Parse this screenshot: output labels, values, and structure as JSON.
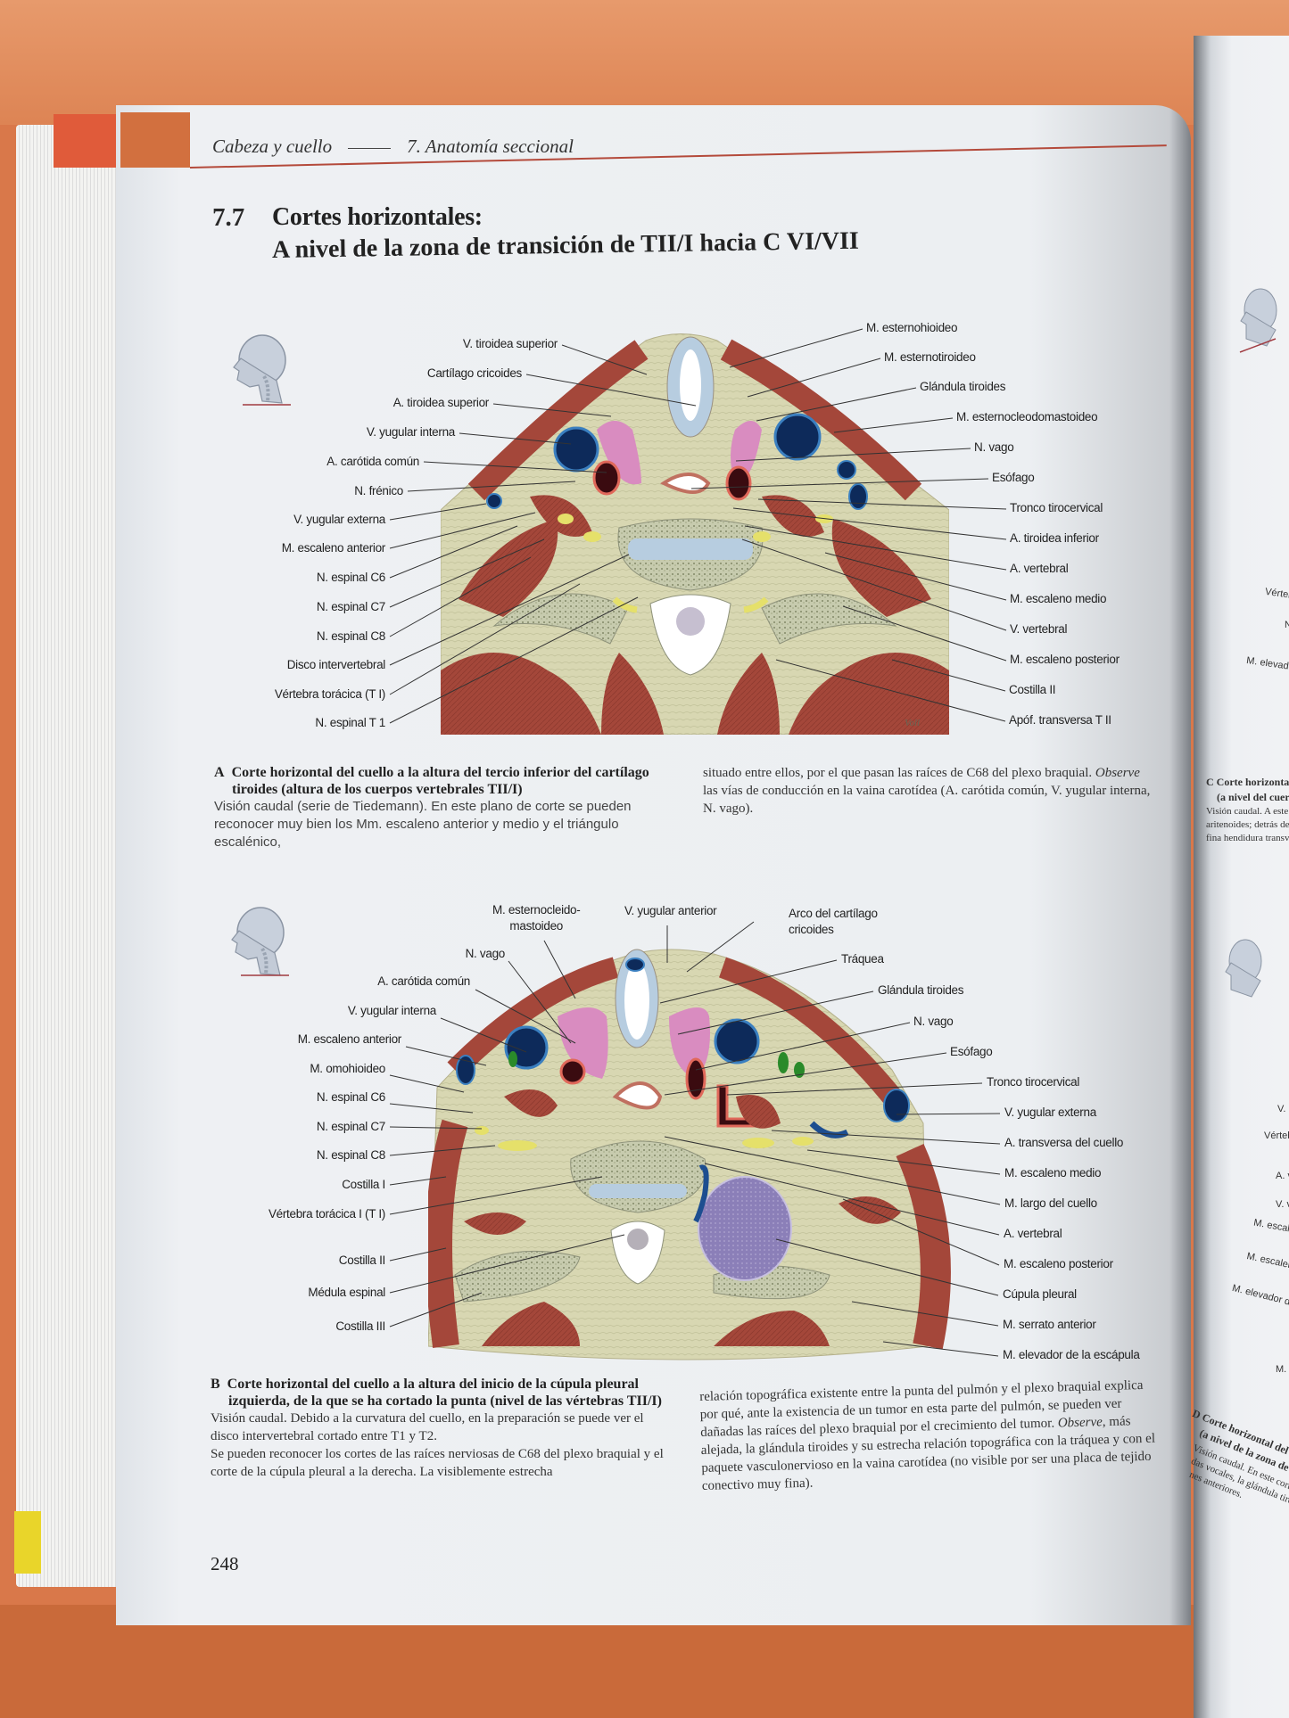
{
  "header": {
    "part": "Cabeza y cuello",
    "chapter": "7.  Anatomía seccional"
  },
  "section": {
    "number": "7.7",
    "title_line1": "Cortes horizontales:",
    "title_line2": "A nivel de la zona de transición de TII/I hacia C VI/VII"
  },
  "figure_a": {
    "left_labels": [
      "V. tiroidea superior",
      "Cartílago cricoides",
      "A. tiroidea superior",
      "V. yugular interna",
      "A. carótida común",
      "N. frénico",
      "V. yugular externa",
      "M. escaleno anterior",
      "N. espinal C6",
      "N. espinal C7",
      "N. espinal C8",
      "Disco intervertebral",
      "Vértebra torácica (T I)",
      "N. espinal T 1"
    ],
    "right_labels": [
      "M. esternohioideo",
      "M. esternotiroideo",
      "Glándula tiroides",
      "M. esternocleodomastoideo",
      "N. vago",
      "Esófago",
      "Tronco tirocervical",
      "A. tiroidea inferior",
      "A. vertebral",
      "M. escaleno medio",
      "V. vertebral",
      "M. escaleno posterior",
      "Costilla II",
      "Apóf. transversa T II"
    ],
    "signature": "Voll",
    "caption_letter": "A",
    "caption_title": "Corte horizontal del cuello a la altura del tercio inferior del cartílago tiroides (altura de los cuerpos vertebrales TII/I)",
    "caption_body_left": "Visión caudal (serie de Tiedemann). En este plano de corte se pueden reconocer muy bien los Mm. escaleno anterior y medio y el triángulo escalénico,",
    "caption_body_right": "situado entre ellos, por el que pasan las raíces de C68 del plexo braquial.",
    "caption_observe": "Observe",
    "caption_body_right2": " las vías de conducción en la vaina carotídea (A. carótida común, V. yugular interna, N. vago)."
  },
  "figure_b": {
    "top_labels": [
      "M. esternocleido-\nmastoideo",
      "V. yugular anterior",
      "Arco del cartílago\ncricoides"
    ],
    "left_labels": [
      "N. vago",
      "A. carótida común",
      "V. yugular interna",
      "M. escaleno anterior",
      "M. omohioideo",
      "N. espinal C6",
      "N. espinal C7",
      "N. espinal C8",
      "Costilla I",
      "Vértebra torácica I (T I)",
      "Costilla II",
      "Médula espinal",
      "Costilla III"
    ],
    "right_labels": [
      "Tráquea",
      "Glándula tiroides",
      "N. vago",
      "Esófago",
      "Tronco tirocervical",
      "V. yugular externa",
      "A. transversa del cuello",
      "M. escaleno medio",
      "M. largo del cuello",
      "A. vertebral",
      "M. escaleno posterior",
      "Cúpula pleural",
      "M. serrato anterior",
      "M. elevador de la escápula"
    ],
    "caption_letter": "B",
    "caption_title": "Corte horizontal del cuello a la altura del inicio de la cúpula pleural izquierda, de la que se ha cortado la punta (nivel de las vértebras TII/I)",
    "caption_body_left1": "Visión caudal. Debido a la curvatura del cuello, en la preparación se puede ver el disco intervertebral cortado entre T1 y T2.",
    "caption_body_left2": "Se pueden reconocer los cortes de las raíces nerviosas de C68 del plexo braquial y el corte de la cúpula pleural a la derecha. La visiblemente estrecha",
    "caption_body_right1": "relación topográfica existente entre la punta del pulmón y el plexo braquial explica por qué, ante la existencia de un tumor en esta parte del pulmón, se pueden ver dañadas las raíces del plexo braquial por el crecimiento del tumor.",
    "caption_observe": "Observe",
    "caption_body_right2": ", más alejada, la glándula tiroides y su estrecha relación topográfica con la tráquea y con el paquete vasculonervioso en la vaina carotídea (no visible por ser una placa de tejido conectivo muy fina)."
  },
  "page_number": "248",
  "right_page": {
    "fig_c_labels": [
      "Vérteb",
      "N",
      "M. elevador de"
    ],
    "fig_c_caption_title": "C Corte horizontal de",
    "fig_c_caption_sub": "(a nivel del cuerpo",
    "fig_c_caption_lines": [
      "Visión caudal. A este nive",
      "aritenoides; detrás de la l",
      "fina hendidura transversa"
    ],
    "fig_d_labels": [
      "V.",
      "Vértebr",
      "A. v",
      "V. v",
      "M. escalen",
      "M. escaleno p",
      "M. elevador de la e",
      "M. t"
    ],
    "fig_d_caption_title": "D Corte horizontal del",
    "fig_d_caption_sub": "(a nivel de la zona de",
    "fig_d_caption_lines": [
      "Visión caudal. En este corte",
      "das vocales, la glándula tiroi",
      "nes anteriores."
    ]
  },
  "colors": {
    "background": "#d9784a",
    "paper": "#eceff2",
    "header_accent": "#d2703f",
    "header_rule": "#b44a3b",
    "muscle": "#a8493a",
    "fat_tissue": "#d9d8b4",
    "vein": "#0d2a5a",
    "artery": "#3a0b10",
    "thyroid": "#d98cc0",
    "nerve": "#e5e06a",
    "bone": "#c9cdb0",
    "cartilage": "#b7cde0",
    "lung": "#8b7fb8"
  }
}
